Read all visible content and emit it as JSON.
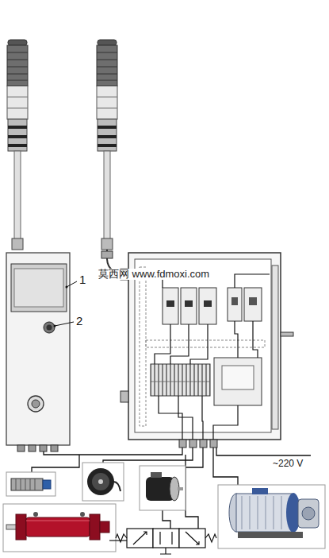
{
  "diagram": {
    "labels": [
      "莫西网 www.fdmoxi.com",
      "1",
      "2",
      "~220 V"
    ]
  }
}
